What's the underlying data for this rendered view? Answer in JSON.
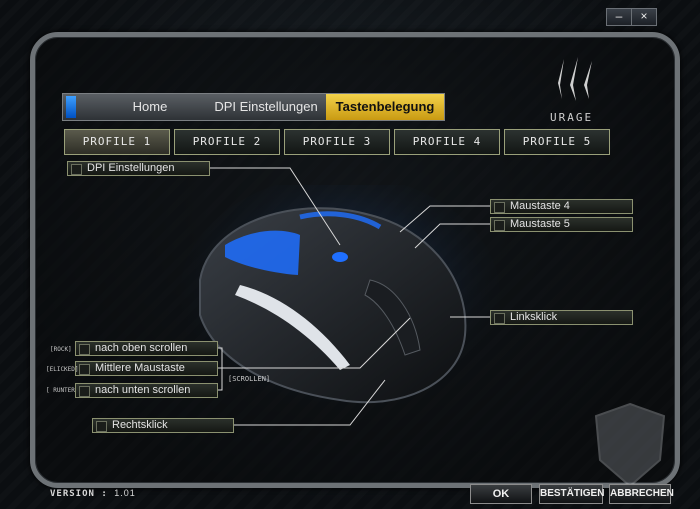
{
  "window": {
    "minimize": "–",
    "close": "×"
  },
  "nav": {
    "tabs": [
      "Home",
      "DPI Einstellungen",
      "Tastenbelegung"
    ],
    "active": 2
  },
  "logo": {
    "text": "URAGE"
  },
  "profiles": [
    "PROFILE 1",
    "PROFILE 2",
    "PROFILE 3",
    "PROFILE 4",
    "PROFILE 5"
  ],
  "buttons": {
    "dpi": "DPI Einstellungen",
    "mouse4": "Maustaste 4",
    "mouse5": "Maustaste 5",
    "left": "Linksklick",
    "scroll_up": "nach oben scrollen",
    "middle": "Mittlere Maustaste",
    "scroll_down": "nach unten scrollen",
    "right": "Rechtsklick"
  },
  "hints": {
    "rock": "[ROCK]",
    "clicked": "[ELICKED]",
    "runter": "[ RUNTER",
    "scrollen": "[SCROLLEN]"
  },
  "version": {
    "label": "VERSION :",
    "value": "1.01"
  },
  "footer": {
    "ok": "OK",
    "confirm": "BESTÄTIGEN",
    "cancel": "ABBRECHEN"
  },
  "colors": {
    "accent": "#f3d24a",
    "blue": "#1f6fff"
  }
}
